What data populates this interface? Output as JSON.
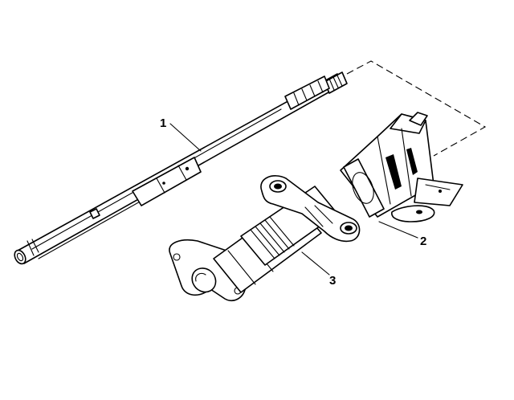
{
  "callouts": [
    {
      "id": "1",
      "label": "1"
    },
    {
      "id": "2",
      "label": "2"
    },
    {
      "id": "3",
      "label": "3"
    }
  ],
  "colors": {
    "ink": "#000000",
    "background": "#ffffff"
  }
}
